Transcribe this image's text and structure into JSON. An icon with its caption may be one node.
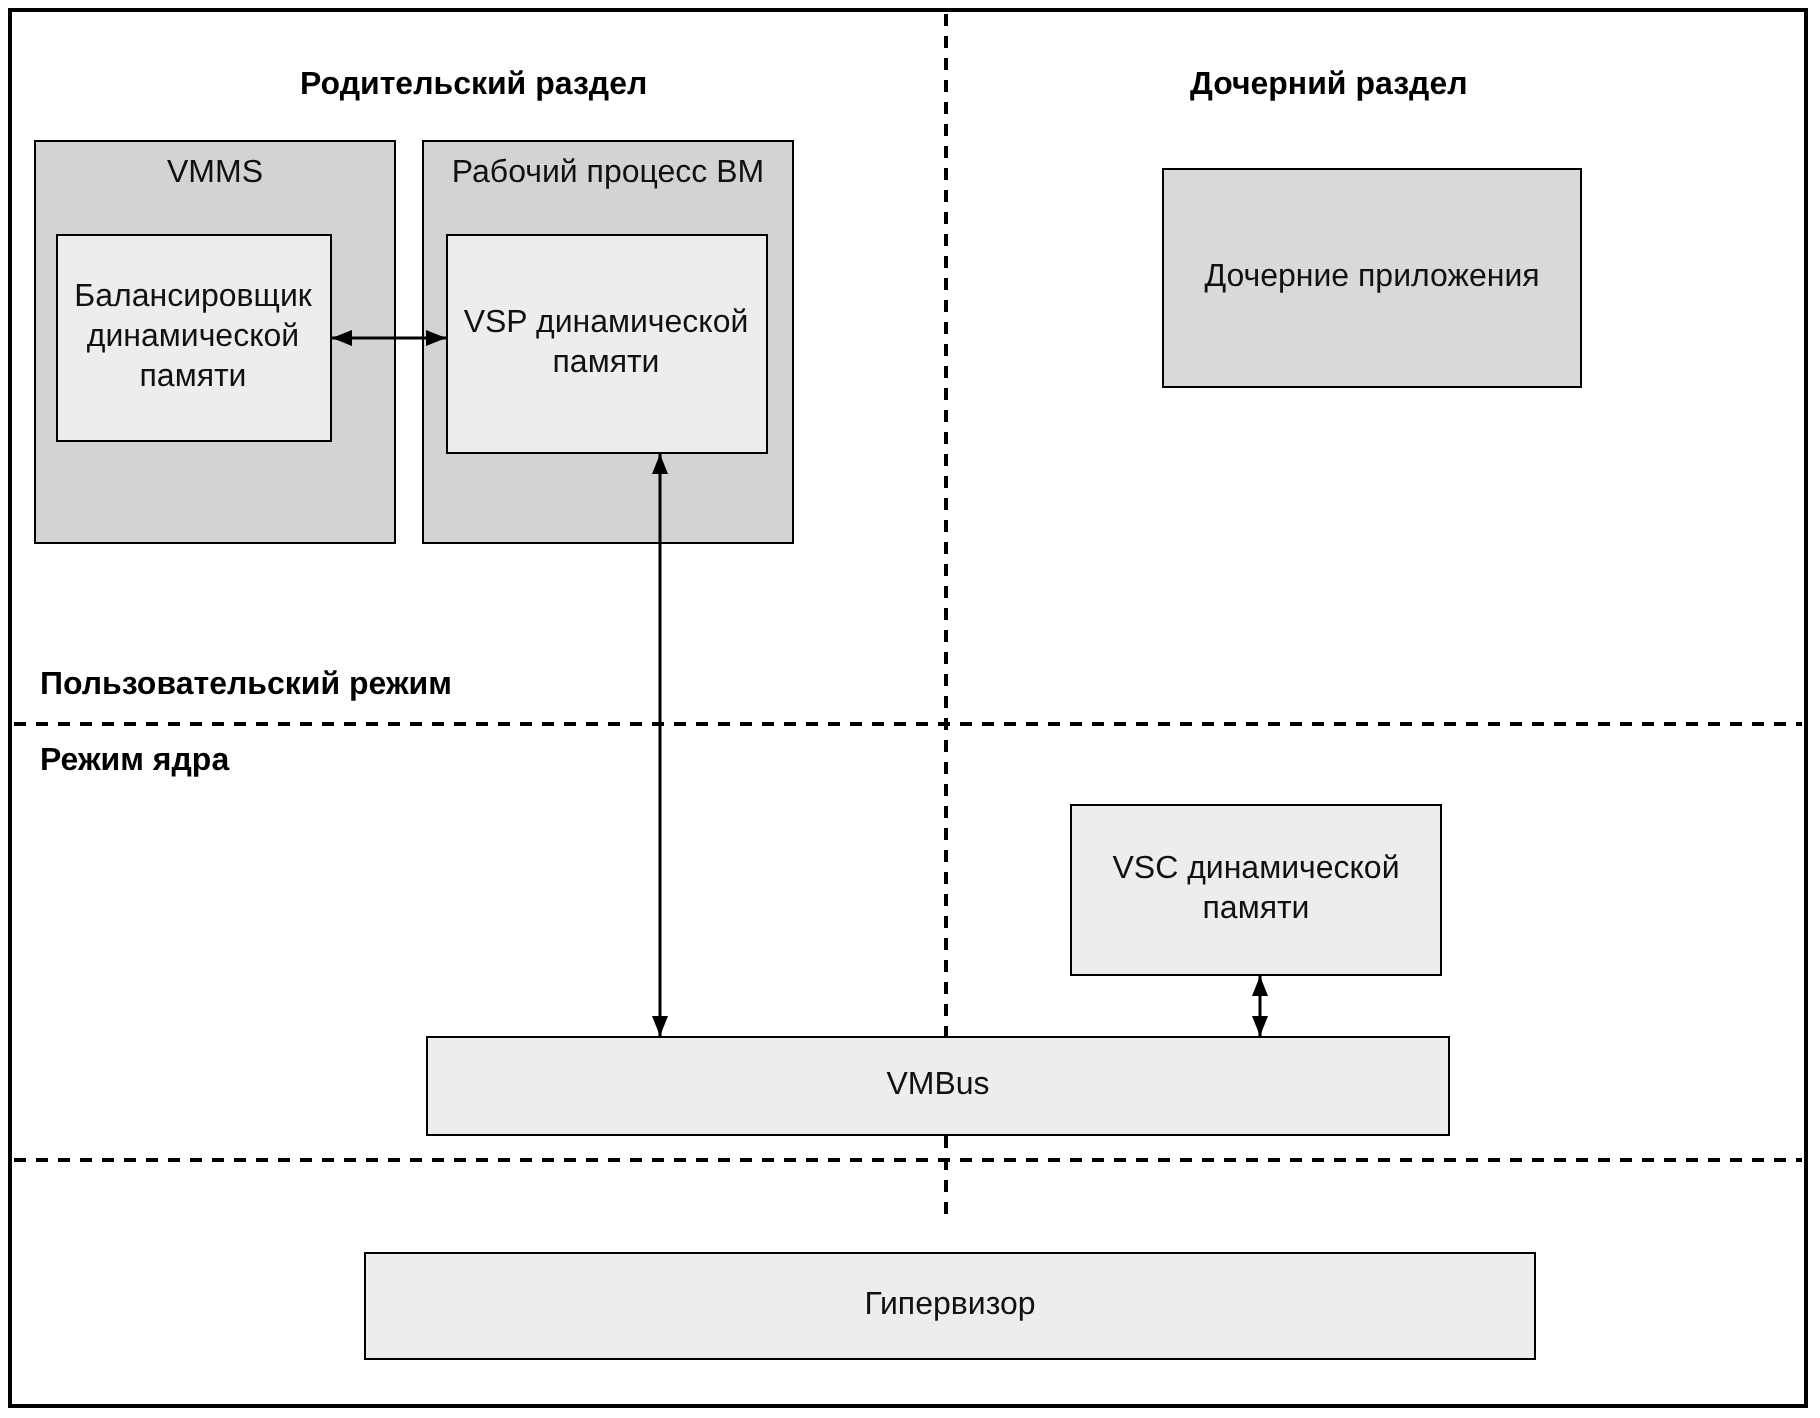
{
  "diagram": {
    "nodes": [
      {
        "text": [
          "VMMS"
        ]
      },
      {
        "text": [
          "Балансировщик динамической памяти"
        ],
        "in": 0
      },
      {
        "text": [
          "Рабочий процесс ВМ"
        ]
      },
      {
        "text": [
          "VSP динамической памяти"
        ],
        "in": 2
      },
      {
        "text": [
          "Дочерние приложения"
        ]
      },
      {
        "text": [
          "VSC динамической памяти"
        ]
      },
      {
        "text": [
          "VMBus"
        ]
      },
      {
        "text": [
          "Гипервизор"
        ]
      }
    ],
    "edges": [
      {
        "from": 1,
        "to": 3,
        "arrow": "both"
      },
      {
        "from": 3,
        "to": 6,
        "arrow": "both"
      },
      {
        "from": 5,
        "to": 6,
        "arrow": "both"
      }
    ],
    "labels": [
      "Родительский раздел",
      "Дочерний раздел",
      "Пользовательский режим",
      "Режим ядра"
    ]
  }
}
